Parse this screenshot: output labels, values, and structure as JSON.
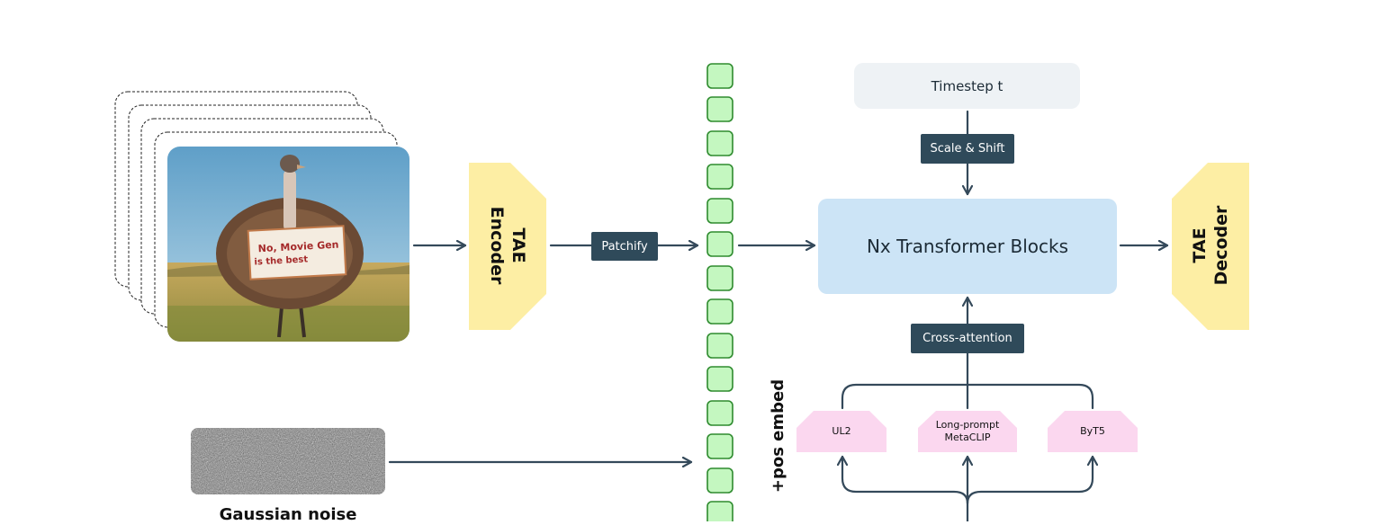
{
  "diagram": {
    "input_image": {
      "sign_text_line1": "No, Movie Gen",
      "sign_text_line2": "is the best"
    },
    "tae_encoder": {
      "line1": "TAE",
      "line2": "Encoder"
    },
    "tae_decoder": {
      "line1": "TAE",
      "line2": "Decoder"
    },
    "patchify_label": "Patchify",
    "pos_embed_label": "+pos embed",
    "timestep_label": "Timestep t",
    "scale_shift_label": "Scale & Shift",
    "transformer_label": "Nx Transformer Blocks",
    "cross_attention_label": "Cross-attention",
    "text_encoders": [
      {
        "line1": "UL2",
        "line2": ""
      },
      {
        "line1": "Long-prompt",
        "line2": "MetaCLIP"
      },
      {
        "line1": "ByT5",
        "line2": ""
      }
    ],
    "noise_label": "Gaussian noise",
    "colors": {
      "arrow": "#34495a",
      "tae": "#fdeea4",
      "token_fill": "#c4f7c0",
      "token_stroke": "#2e8b2e",
      "transformer": "#cce4f6",
      "timestep": "#eef2f5",
      "label_bg": "#2f4a5a",
      "text_encoder": "#fbd7ef"
    }
  }
}
